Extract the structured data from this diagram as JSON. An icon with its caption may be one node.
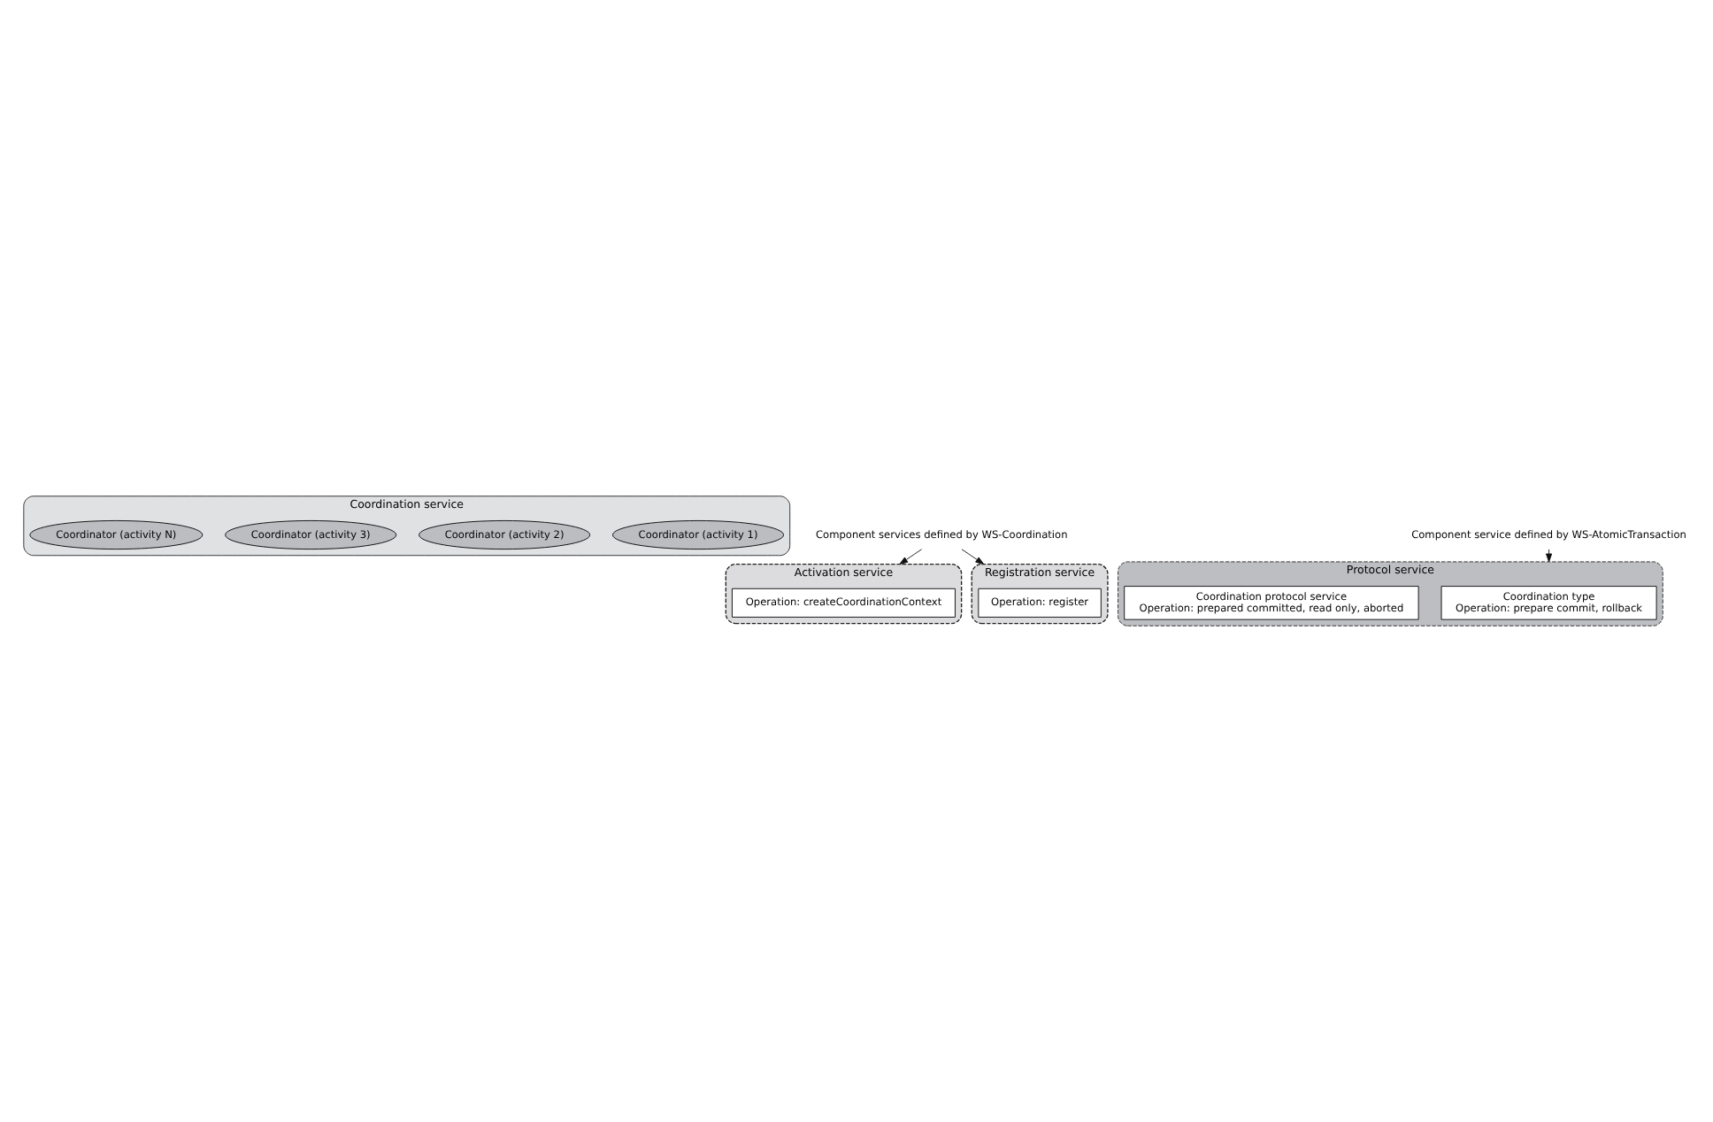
{
  "diagram": {
    "nodes": [
      {
        "text": [
          "Coordination service"
        ]
      },
      {
        "text": [
          "Coordinator (activity 1)"
        ],
        "in": 0
      },
      {
        "text": [
          "Coordinator (activity 2)"
        ],
        "in": 0
      },
      {
        "text": [
          "Coordinator (activity 3)"
        ],
        "in": 0
      },
      {
        "text": [
          "Coordinator (activity N)"
        ],
        "in": 0
      },
      {
        "text": [
          "Activation service"
        ]
      },
      {
        "text": [
          "Operation: createCoordinationContext"
        ],
        "in": 5
      },
      {
        "text": [
          "Registration service"
        ]
      },
      {
        "text": [
          "Operation: register"
        ],
        "in": 7
      },
      {
        "text": [
          "Protocol service"
        ]
      },
      {
        "text": [
          "Coordination type",
          "Operation: prepare commit, rollback"
        ],
        "in": 9
      },
      {
        "text": [
          "Coordination protocol service",
          "Operation: prepared committed, read only, aborted"
        ],
        "in": 9
      },
      {
        "text": [
          "Component services defined by WS-Coordination"
        ]
      },
      {
        "text": [
          "Component service defined by WS-AtomicTransaction"
        ]
      }
    ],
    "edges": [
      {
        "from": 12,
        "to": 5,
        "arrow": "to"
      },
      {
        "from": 12,
        "to": 7,
        "arrow": "to"
      },
      {
        "from": 13,
        "to": 9,
        "arrow": "to"
      }
    ]
  }
}
